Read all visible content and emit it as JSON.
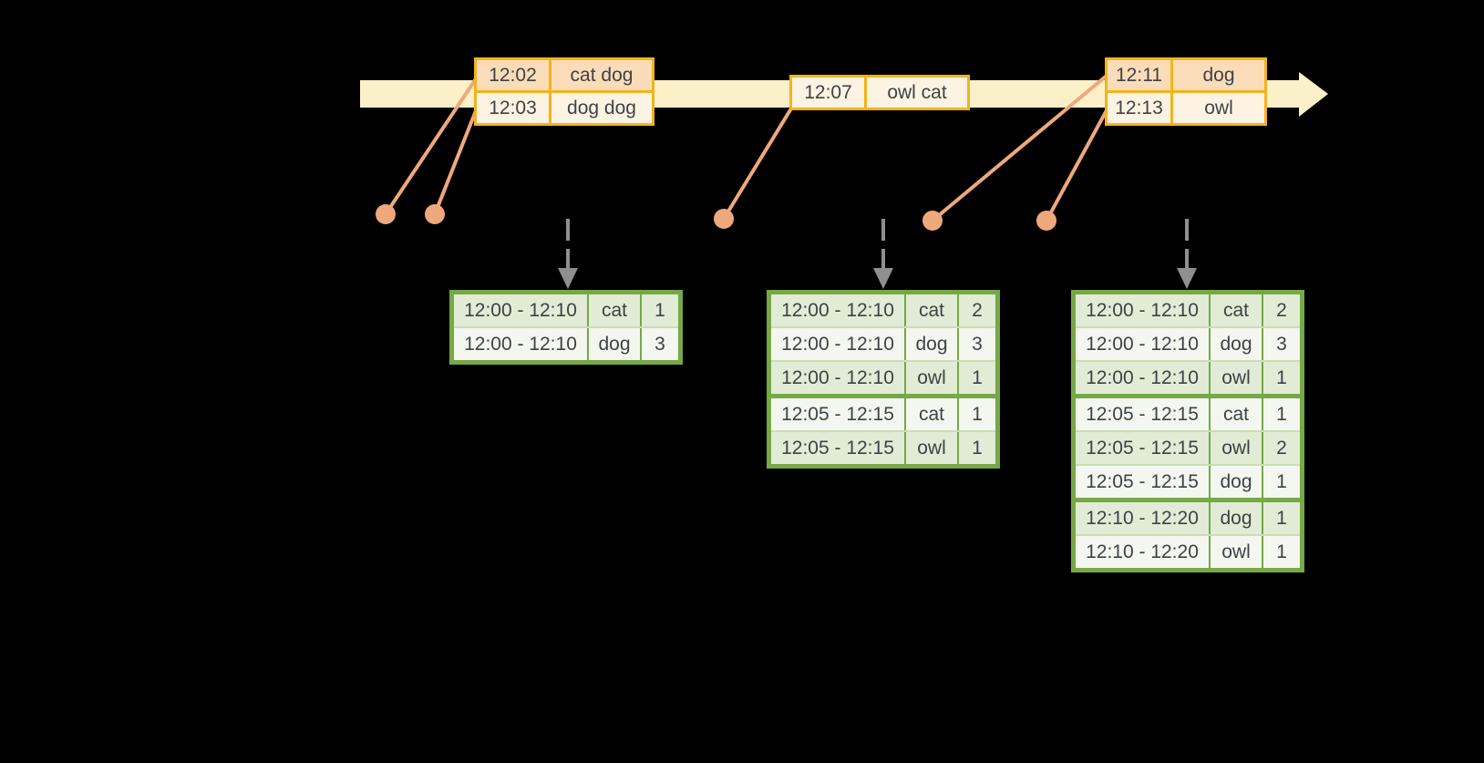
{
  "colors": {
    "background": "#000000",
    "timeline_band": "#FBF0C8",
    "event_table_border": "#F2B31C",
    "event_row_peach": "#FADCB9",
    "event_row_cream": "#FDF3E3",
    "connector_salmon": "#EFA87C",
    "result_table_border": "#76A845",
    "result_row_separator": "#CBDDB5",
    "result_row_dark": "#E2EBD6",
    "result_row_light": "#F3F7EF",
    "trigger_arrow_gray": "#8F8F8F",
    "text": "#3F4245"
  },
  "icons": {
    "timeline_arrowhead": "right-arrow",
    "trigger_arrow": "down-arrow",
    "event_dot": "filled-circle"
  },
  "event_tables": [
    {
      "rows": [
        {
          "time": "12:02",
          "words": "cat dog"
        },
        {
          "time": "12:03",
          "words": "dog dog"
        }
      ]
    },
    {
      "rows": [
        {
          "time": "12:07",
          "words": "owl cat"
        }
      ]
    },
    {
      "rows": [
        {
          "time": "12:11",
          "words": "dog"
        },
        {
          "time": "12:13",
          "words": "owl"
        }
      ]
    }
  ],
  "result_tables": [
    {
      "rows": [
        {
          "window": "12:00 - 12:10",
          "word": "cat",
          "count": "1"
        },
        {
          "window": "12:00 - 12:10",
          "word": "dog",
          "count": "3"
        }
      ]
    },
    {
      "rows": [
        {
          "window": "12:00 - 12:10",
          "word": "cat",
          "count": "2"
        },
        {
          "window": "12:00 - 12:10",
          "word": "dog",
          "count": "3"
        },
        {
          "window": "12:00 - 12:10",
          "word": "owl",
          "count": "1"
        },
        {
          "window": "12:05 - 12:15",
          "word": "cat",
          "count": "1"
        },
        {
          "window": "12:05 - 12:15",
          "word": "owl",
          "count": "1"
        }
      ]
    },
    {
      "rows": [
        {
          "window": "12:00 - 12:10",
          "word": "cat",
          "count": "2"
        },
        {
          "window": "12:00 - 12:10",
          "word": "dog",
          "count": "3"
        },
        {
          "window": "12:00 - 12:10",
          "word": "owl",
          "count": "1"
        },
        {
          "window": "12:05 - 12:15",
          "word": "cat",
          "count": "1"
        },
        {
          "window": "12:05 - 12:15",
          "word": "owl",
          "count": "2"
        },
        {
          "window": "12:05 - 12:15",
          "word": "dog",
          "count": "1"
        },
        {
          "window": "12:10 - 12:20",
          "word": "dog",
          "count": "1"
        },
        {
          "window": "12:10 - 12:20",
          "word": "owl",
          "count": "1"
        }
      ]
    }
  ]
}
